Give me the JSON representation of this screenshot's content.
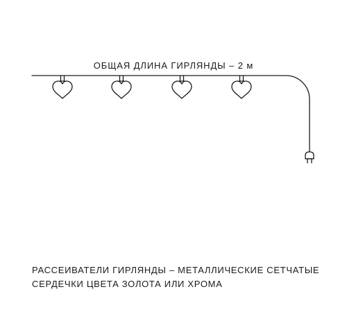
{
  "diagram": {
    "length_label": "ОБЩАЯ ДЛИНА ГИРЛЯНДЫ – 2 м",
    "heart_count": 4,
    "stroke_color": "#1a1a1a",
    "icons": [
      "heart-icon",
      "plug-icon"
    ]
  },
  "caption": {
    "line1": "РАССЕИВАТЕЛИ ГИРЛЯНДЫ – МЕТАЛЛИЧЕСКИЕ СЕТЧАТЫЕ",
    "line2": "СЕРДЕЧКИ ЦВЕТА ЗОЛОТА ИЛИ ХРОМА"
  }
}
